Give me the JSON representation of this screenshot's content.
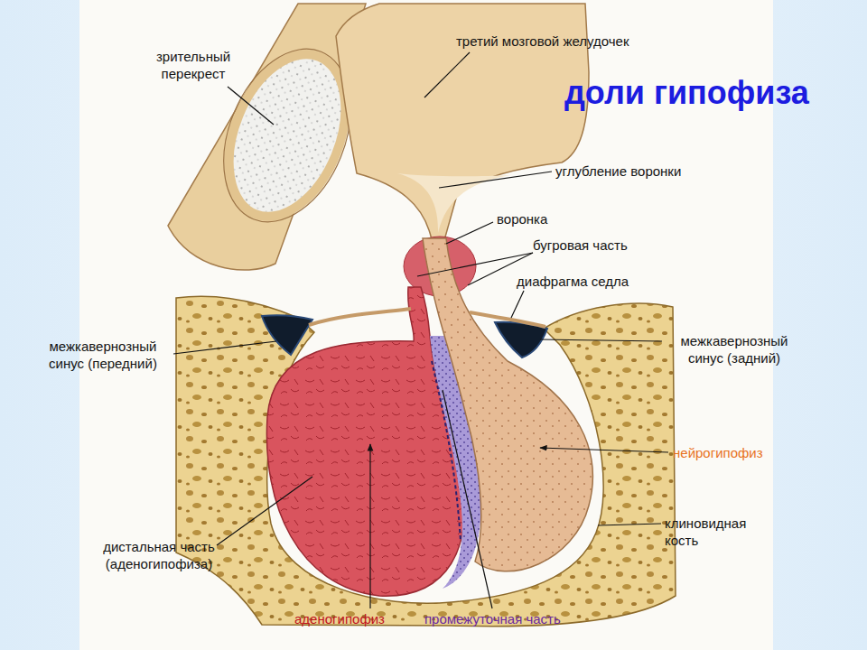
{
  "diagram": {
    "title": "доли гипофиза",
    "labels": [
      "зрительный перекрест",
      "третий мозговой желудочек",
      "углубление воронки",
      "воронка",
      "бугровая часть",
      "диафрагма седла",
      "межкавернозный синус (передний)",
      "межкавернозный синус (задний)",
      "нейрогипофиз",
      "клиновидная кость",
      "дистальная часть (аденогипофиза)",
      "аденогипофиз",
      "промежуточная часть"
    ]
  }
}
